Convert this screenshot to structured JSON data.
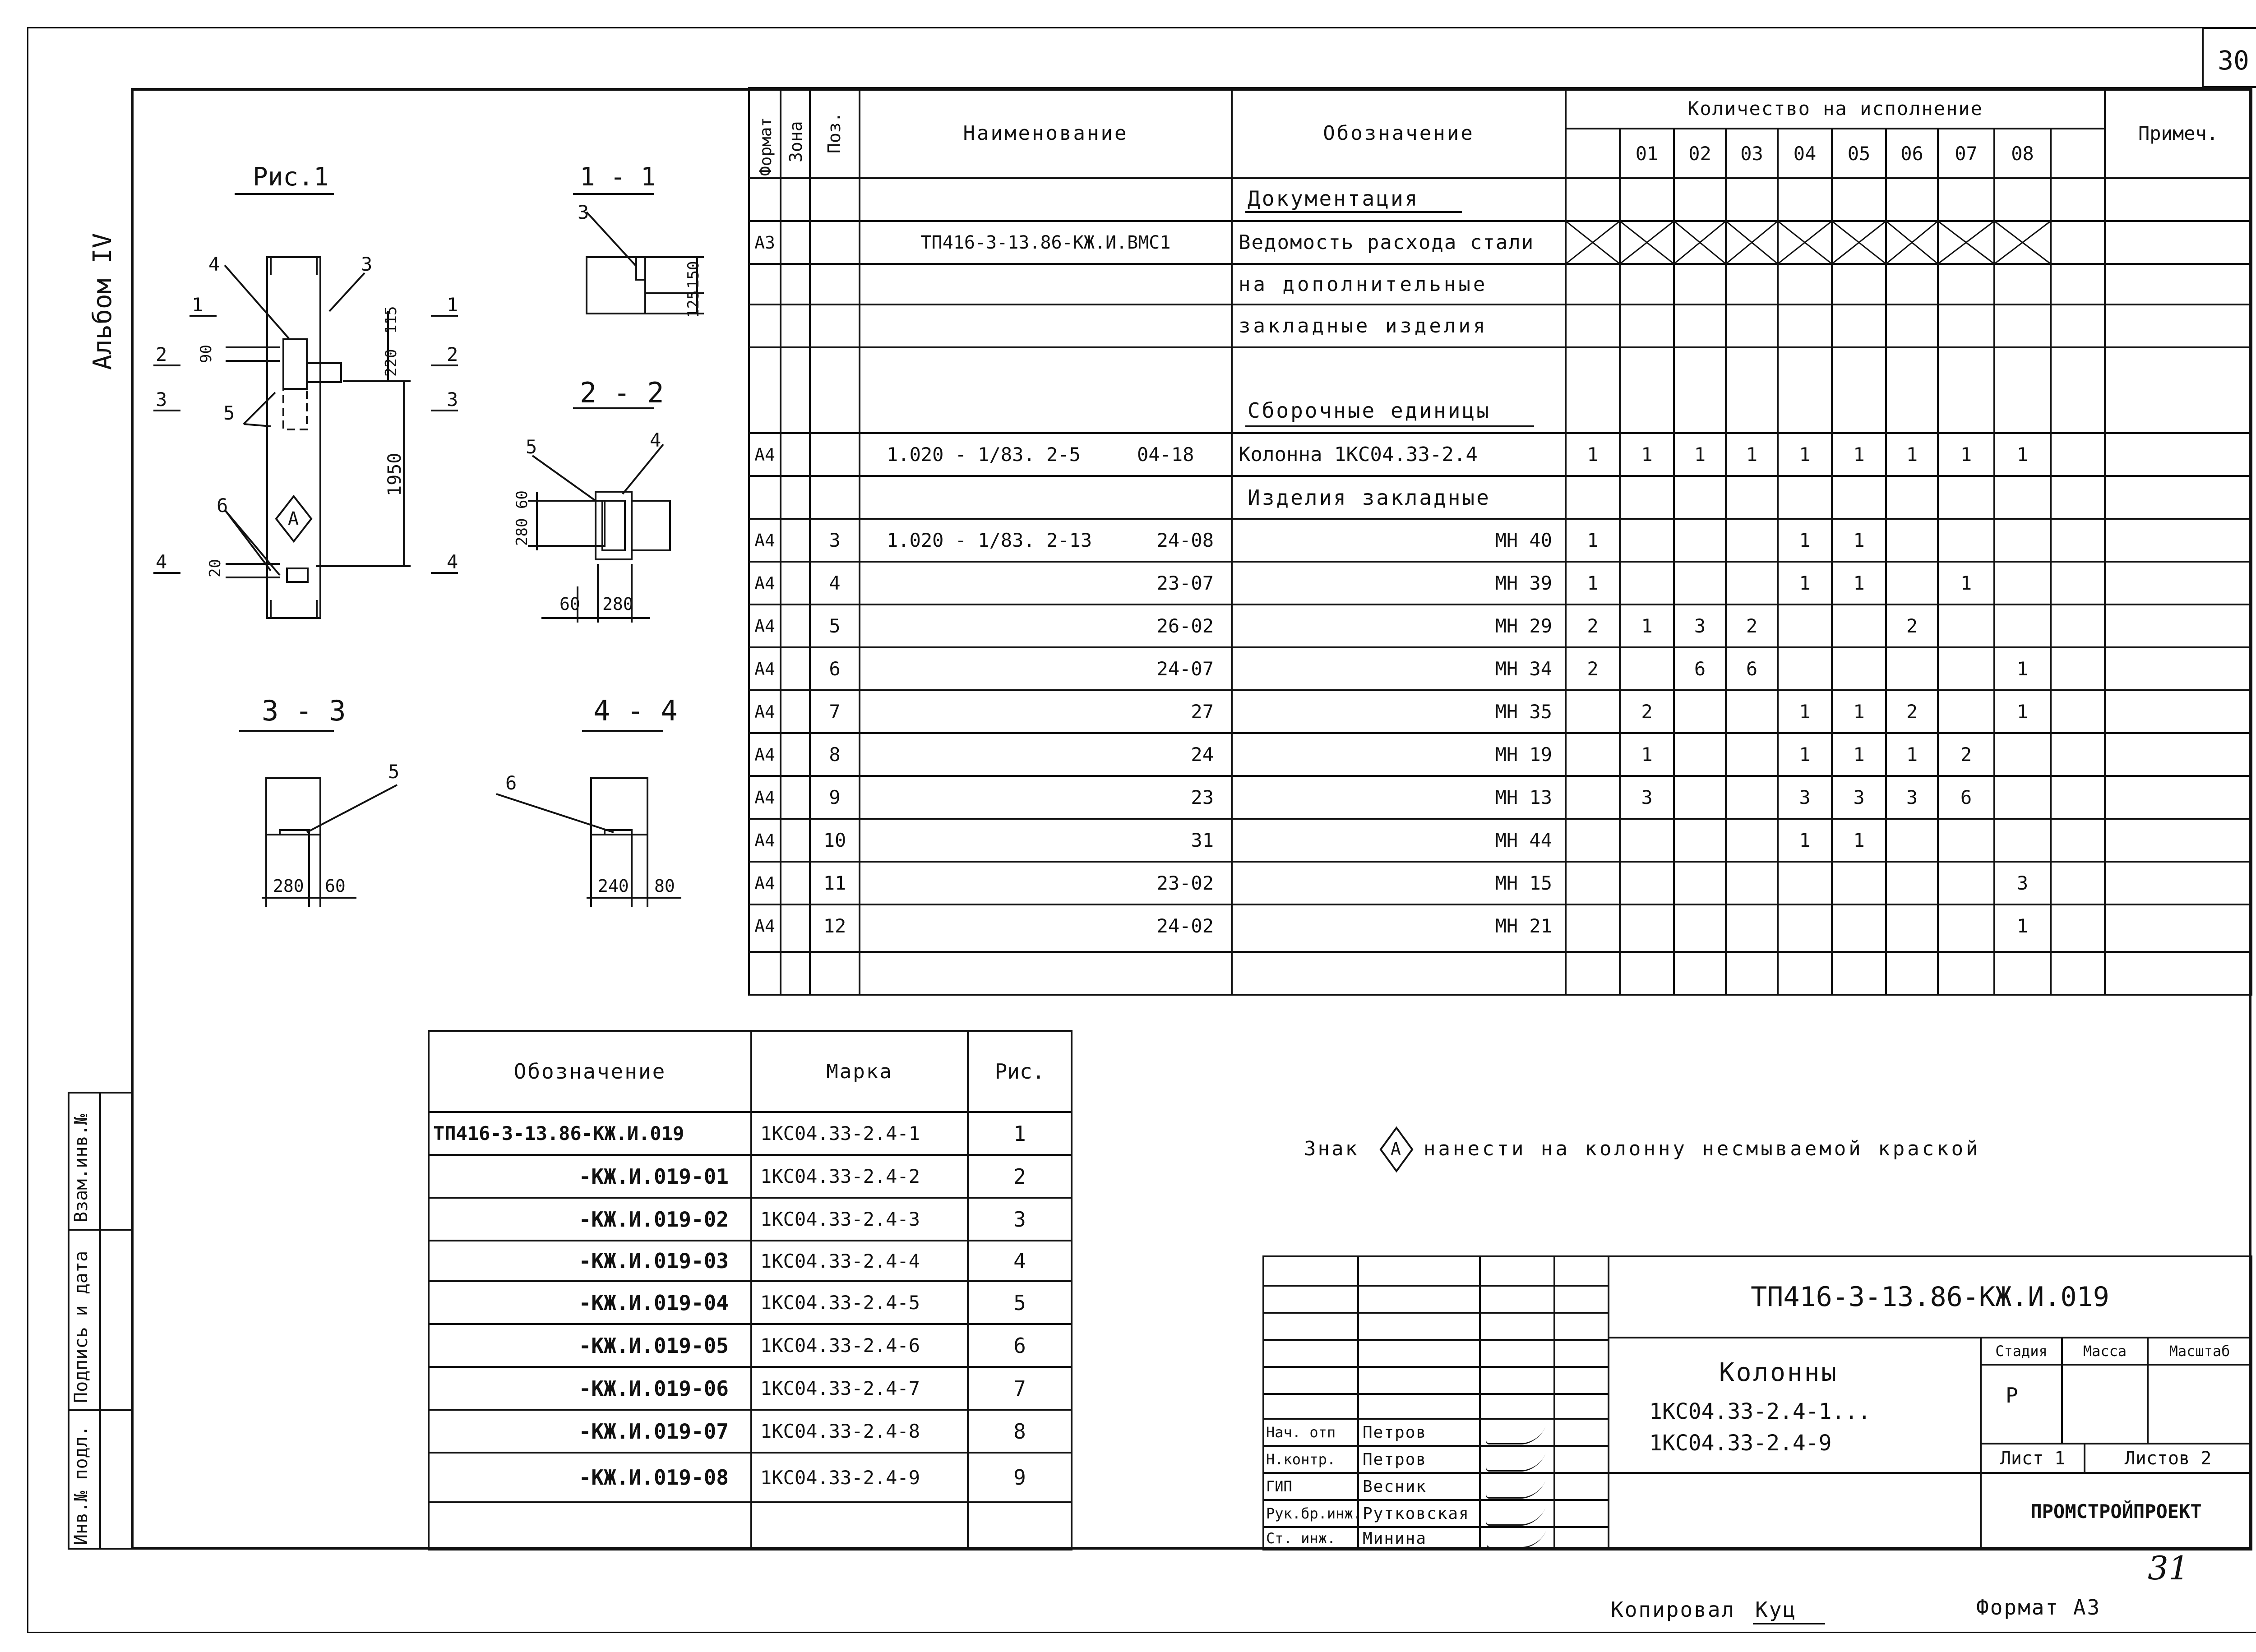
{
  "sheet_number": "30",
  "album_label": "Альбом IV",
  "figures": {
    "fig1_title": "Рис.1",
    "sec11": "1 - 1",
    "sec22": "2 - 2",
    "sec33": "3 - 3",
    "sec44": "4 - 4",
    "marker_A": "А",
    "callouts": {
      "c1": "1",
      "c2": "2",
      "c3": "3",
      "c4": "4",
      "c5": "5",
      "c6": "6"
    },
    "dims": {
      "d90": "90",
      "d20": "20",
      "d220": "220",
      "d115": "115",
      "d1950": "1950",
      "d150": "150",
      "d125": "125",
      "d280_60": "280 60",
      "d60": "60",
      "d280": "280",
      "d280b": "280",
      "d60b": "60",
      "d240": "240",
      "d80": "80"
    }
  },
  "spec_table": {
    "headers": {
      "format": "Формат",
      "zone": "Зона",
      "pos": "Поз.",
      "name": "Наименование",
      "designation": "Обозначение",
      "qty_group": "Количество на исполнение",
      "cols": [
        "01",
        "02",
        "03",
        "04",
        "05",
        "06",
        "07",
        "08"
      ],
      "note": "Примеч."
    },
    "section_docs": "Документация",
    "section_asm": "Сборочные единицы",
    "section_embedded": "Изделия закладные",
    "row_doc": {
      "format": "А3",
      "name": "ТП416-3-13.86-КЖ.И.ВМС1",
      "designation_lines": [
        "Ведомость расхода стали",
        "на дополнительные",
        "закладные изделия"
      ]
    },
    "row_column": {
      "format": "А4",
      "name": "1.020 - 1/83. 2-5",
      "name_suffix": "04-18",
      "designation": "Колонна 1КС04.33-2.4",
      "qty": [
        "1",
        "1",
        "1",
        "1",
        "1",
        "1",
        "1",
        "1",
        "1"
      ]
    },
    "rows": [
      {
        "format": "А4",
        "pos": "3",
        "name": "1.020 - 1/83. 2-13",
        "suffix": "24-08",
        "designation": "МН 40",
        "qty": [
          "1",
          "",
          "",
          "",
          "1",
          "1",
          "",
          "",
          ""
        ]
      },
      {
        "format": "А4",
        "pos": "4",
        "name": "",
        "suffix": "23-07",
        "designation": "МН 39",
        "qty": [
          "1",
          "",
          "",
          "",
          "1",
          "1",
          "",
          "1",
          ""
        ]
      },
      {
        "format": "А4",
        "pos": "5",
        "name": "",
        "suffix": "26-02",
        "designation": "МН 29",
        "qty": [
          "2",
          "1",
          "3",
          "2",
          "",
          "",
          "2",
          "",
          ""
        ]
      },
      {
        "format": "А4",
        "pos": "6",
        "name": "",
        "suffix": "24-07",
        "designation": "МН 34",
        "qty": [
          "2",
          "",
          "6",
          "6",
          "",
          "",
          "",
          "",
          "1"
        ]
      },
      {
        "format": "А4",
        "pos": "7",
        "name": "",
        "suffix": "27",
        "designation": "МН 35",
        "qty": [
          "",
          "2",
          "",
          "",
          "1",
          "1",
          "2",
          "",
          "1"
        ]
      },
      {
        "format": "А4",
        "pos": "8",
        "name": "",
        "suffix": "24",
        "designation": "МН 19",
        "qty": [
          "",
          "1",
          "",
          "",
          "1",
          "1",
          "1",
          "2",
          ""
        ]
      },
      {
        "format": "А4",
        "pos": "9",
        "name": "",
        "suffix": "23",
        "designation": "МН 13",
        "qty": [
          "",
          "3",
          "",
          "",
          "3",
          "3",
          "3",
          "6",
          ""
        ]
      },
      {
        "format": "А4",
        "pos": "10",
        "name": "",
        "suffix": "31",
        "designation": "МН 44",
        "qty": [
          "",
          "",
          "",
          "",
          "1",
          "1",
          "",
          "",
          ""
        ]
      },
      {
        "format": "А4",
        "pos": "11",
        "name": "",
        "suffix": "23-02",
        "designation": "МН 15",
        "qty": [
          "",
          "",
          "",
          "",
          "",
          "",
          "",
          "",
          "3"
        ]
      },
      {
        "format": "А4",
        "pos": "12",
        "name": "",
        "suffix": "24-02",
        "designation": "МН 21",
        "qty": [
          "",
          "",
          "",
          "",
          "",
          "",
          "",
          "",
          "1"
        ]
      }
    ]
  },
  "variant_table": {
    "headers": {
      "designation": "Обозначение",
      "mark": "Марка",
      "fig": "Рис."
    },
    "rows": [
      {
        "designation": "ТП416-3-13.86-КЖ.И.019",
        "mark": "1КС04.33-2.4-1",
        "fig": "1"
      },
      {
        "designation": "-КЖ.И.019-01",
        "mark": "1КС04.33-2.4-2",
        "fig": "2"
      },
      {
        "designation": "-КЖ.И.019-02",
        "mark": "1КС04.33-2.4-3",
        "fig": "3"
      },
      {
        "designation": "-КЖ.И.019-03",
        "mark": "1КС04.33-2.4-4",
        "fig": "4"
      },
      {
        "designation": "-КЖ.И.019-04",
        "mark": "1КС04.33-2.4-5",
        "fig": "5"
      },
      {
        "designation": "-КЖ.И.019-05",
        "mark": "1КС04.33-2.4-6",
        "fig": "6"
      },
      {
        "designation": "-КЖ.И.019-06",
        "mark": "1КС04.33-2.4-7",
        "fig": "7"
      },
      {
        "designation": "-КЖ.И.019-07",
        "mark": "1КС04.33-2.4-8",
        "fig": "8"
      },
      {
        "designation": "-КЖ.И.019-08",
        "mark": "1КС04.33-2.4-9",
        "fig": "9"
      }
    ]
  },
  "note": {
    "before": "Знак",
    "marker": "А",
    "after": "нанести на колонну несмываемой краской"
  },
  "title_block": {
    "doc_code": "ТП416-3-13.86-КЖ.И.019",
    "title": "Колонны",
    "subtitle1": "1КС04.33-2.4-1...",
    "subtitle2": "1КС04.33-2.4-9",
    "stage_label": "Стадия",
    "mass_label": "Масса",
    "scale_label": "Масштаб",
    "stage_value": "Р",
    "sheet_label": "Лист 1",
    "sheets_label": "Листов 2",
    "org": "ПРОМСТРОЙПРОЕКТ",
    "signers": [
      {
        "role": "Нач. отп",
        "name": "Петров"
      },
      {
        "role": "Н.контр.",
        "name": "Петров"
      },
      {
        "role": "ГИП",
        "name": "Весник"
      },
      {
        "role": "Рук.бр.инж.",
        "name": "Рутковская"
      },
      {
        "role": "Ст. инж.",
        "name": "Минина"
      }
    ]
  },
  "left_stamp": [
    "Инв.№ подл.",
    "Подпись и дата",
    "Взам.инв.№"
  ],
  "handwritten_page": "31",
  "footer": {
    "copied": "Копировал",
    "copier": "Куц",
    "format": "Формат А3"
  }
}
